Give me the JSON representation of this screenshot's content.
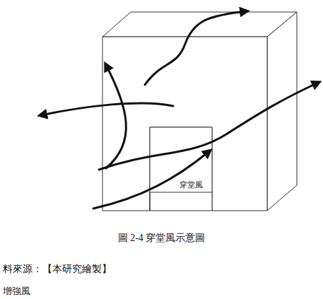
{
  "diagram": {
    "caption": "圖 2-4 穿堂風示意圖",
    "labels": [
      "穿堂風",
      "料來源：【本研究繪製】",
      "增強風"
    ]
  }
}
